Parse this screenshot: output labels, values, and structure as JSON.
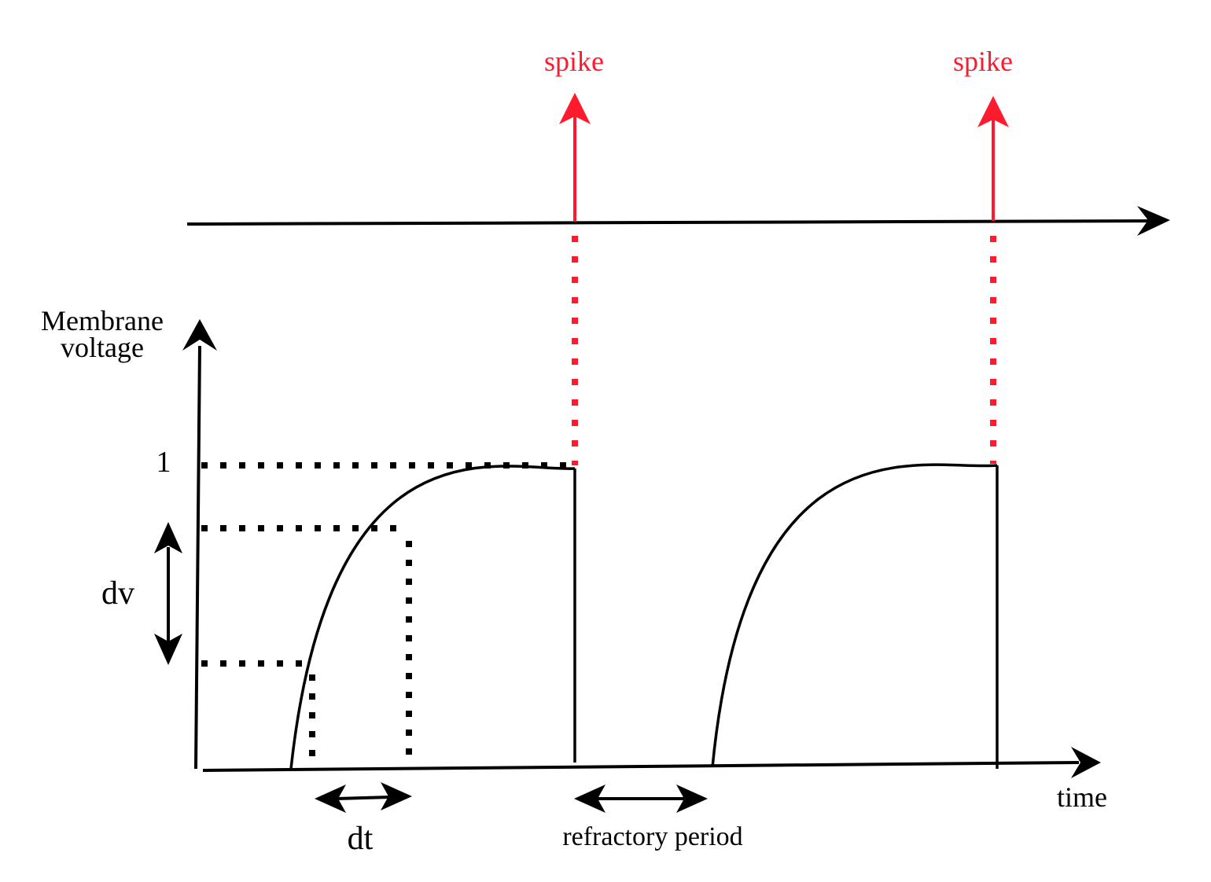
{
  "labels": {
    "spike_1": "spike",
    "spike_2": "spike",
    "y_axis_line1": "Membrane",
    "y_axis_line2": "voltage",
    "threshold": "1",
    "dv": "dv",
    "dt": "dt",
    "refractory": "refractory period",
    "x_axis": "time"
  },
  "colors": {
    "ink": "#000000",
    "spike": "#ff1a2e"
  }
}
